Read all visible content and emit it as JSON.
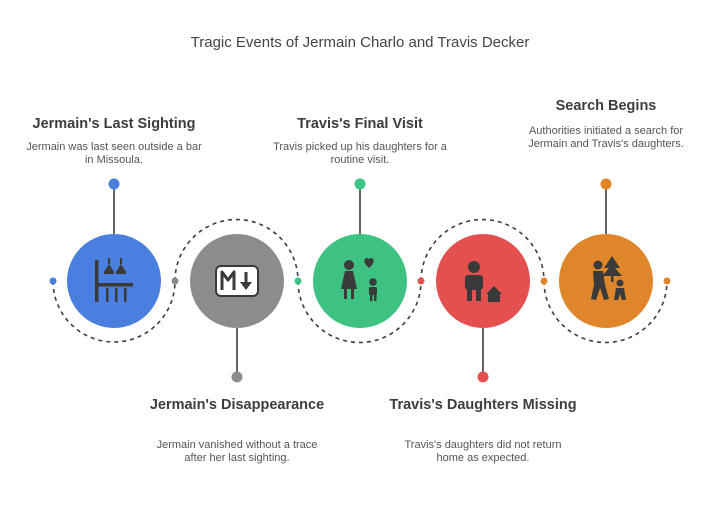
{
  "title": "Tragic Events of Jermain Charlo and Travis Decker",
  "events": [
    {
      "heading": "Jermain's Last Sighting",
      "description": "Jermain was last seen outside a bar in Missoula.",
      "color": "#4a7fe0",
      "icon": "bar-stools-icon"
    },
    {
      "heading": "Jermain's Disappearance",
      "description": "Jermain vanished without a trace after her last sighting.",
      "color": "#8c8c8c",
      "icon": "markdown-down-arrow-icon"
    },
    {
      "heading": "Travis's Final Visit",
      "description": "Travis picked up his daughters for a routine visit.",
      "color": "#3ec281",
      "icon": "parent-child-heart-icon"
    },
    {
      "heading": "Travis's Daughters Missing",
      "description": "Travis's daughters did not return home as expected.",
      "color": "#e45050",
      "icon": "person-house-icon"
    },
    {
      "heading": "Search Begins",
      "description": "Authorities initiated a search for Jermain and Travis's daughters.",
      "color": "#e0862a",
      "icon": "hikers-tree-icon"
    }
  ]
}
